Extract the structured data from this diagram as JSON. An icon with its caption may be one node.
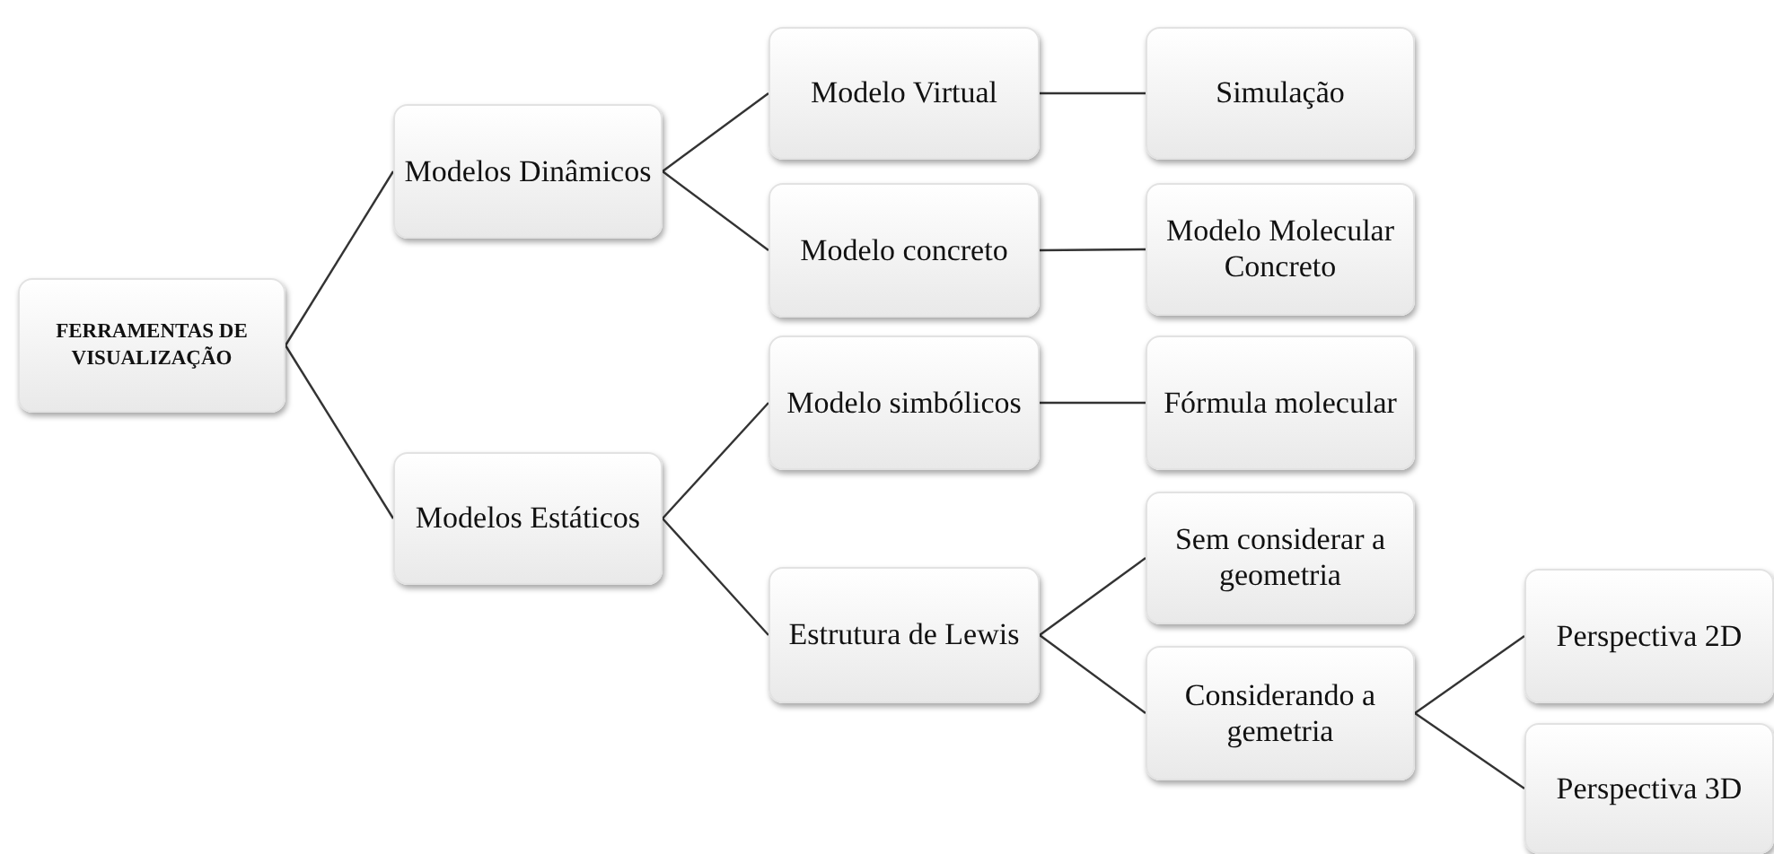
{
  "diagram": {
    "nodes": [
      {
        "text": [
          "FERRAMENTAS DE VISUALIZAÇÃO"
        ]
      },
      {
        "text": [
          "Modelos Dinâmicos"
        ]
      },
      {
        "text": [
          "Modelos Estáticos"
        ]
      },
      {
        "text": [
          "Modelo Virtual"
        ]
      },
      {
        "text": [
          "Modelo concreto"
        ]
      },
      {
        "text": [
          "Modelo simbólicos"
        ]
      },
      {
        "text": [
          "Estrutura de Lewis"
        ]
      },
      {
        "text": [
          "Simulação"
        ]
      },
      {
        "text": [
          "Modelo Molecular Concreto"
        ]
      },
      {
        "text": [
          "Fórmula molecular"
        ]
      },
      {
        "text": [
          "Sem considerar a geometria"
        ]
      },
      {
        "text": [
          "Considerando a gemetria"
        ]
      },
      {
        "text": [
          "Perspectiva 2D"
        ]
      },
      {
        "text": [
          "Perspectiva 3D"
        ]
      }
    ],
    "edges": [
      {
        "from": 0,
        "to": 1,
        "arrow": "none"
      },
      {
        "from": 0,
        "to": 2,
        "arrow": "none"
      },
      {
        "from": 1,
        "to": 3,
        "arrow": "none"
      },
      {
        "from": 1,
        "to": 4,
        "arrow": "none"
      },
      {
        "from": 2,
        "to": 5,
        "arrow": "none"
      },
      {
        "from": 2,
        "to": 6,
        "arrow": "none"
      },
      {
        "from": 3,
        "to": 7,
        "arrow": "none"
      },
      {
        "from": 4,
        "to": 8,
        "arrow": "none"
      },
      {
        "from": 5,
        "to": 9,
        "arrow": "none"
      },
      {
        "from": 6,
        "to": 10,
        "arrow": "none"
      },
      {
        "from": 6,
        "to": 11,
        "arrow": "none"
      },
      {
        "from": 11,
        "to": 12,
        "arrow": "none"
      },
      {
        "from": 11,
        "to": 13,
        "arrow": "none"
      }
    ]
  }
}
